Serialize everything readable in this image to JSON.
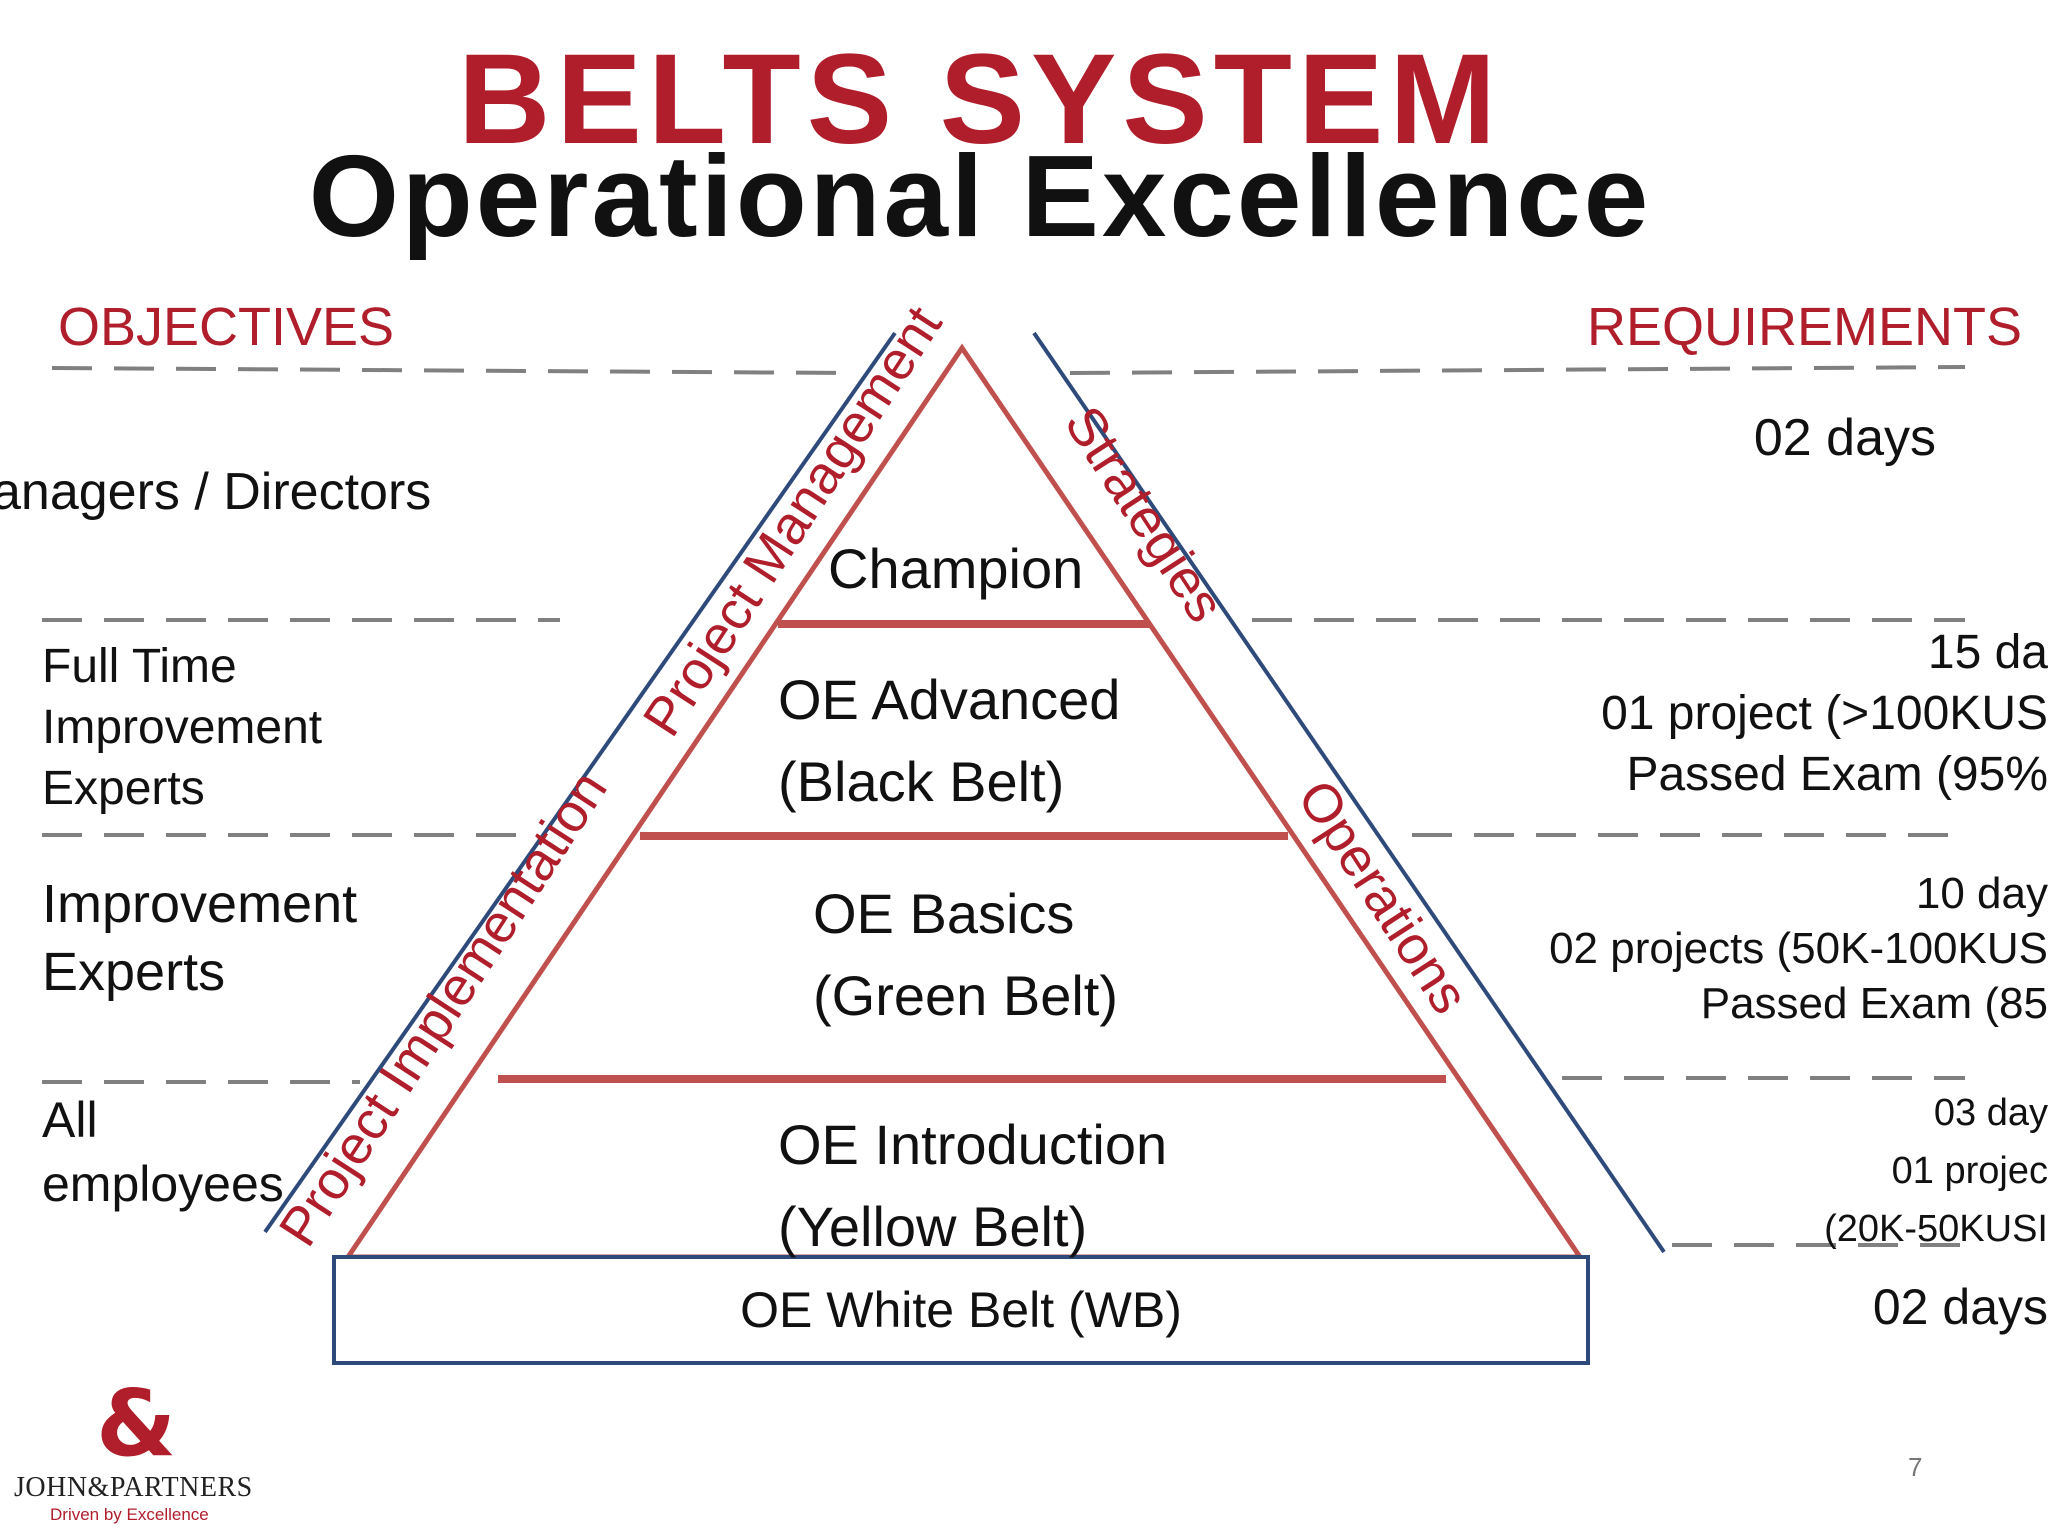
{
  "title": "BELTS SYSTEM",
  "subtitle": "Operational Excellence",
  "objectives_header": "OBJECTIVES",
  "requirements_header": "REQUIREMENTS",
  "side_labels": {
    "project_management": "Project Management",
    "project_implementation": "Project Implementation",
    "strategies": "Strategies",
    "operations": "Operations"
  },
  "levels": [
    {
      "lines": [
        "Champion"
      ]
    },
    {
      "lines": [
        "OE Advanced",
        "(Black Belt)"
      ]
    },
    {
      "lines": [
        "OE Basics",
        "(Green Belt)"
      ]
    },
    {
      "lines": [
        "OE Introduction",
        "(Yellow Belt)"
      ]
    }
  ],
  "base_level": "OE White Belt (WB)",
  "objectives": [
    {
      "lines": [
        "anagers / Directors"
      ]
    },
    {
      "lines": [
        "Full Time",
        "Improvement",
        "Experts"
      ]
    },
    {
      "lines": [
        "Improvement",
        "Experts"
      ]
    },
    {
      "lines": [
        "All",
        "employees"
      ]
    }
  ],
  "requirements": [
    {
      "lines": [
        "02 days"
      ]
    },
    {
      "lines": [
        "15 da",
        "01 project (>100KUS",
        "Passed Exam (95%"
      ]
    },
    {
      "lines": [
        "10 day",
        "02 projects (50K-100KUS",
        "Passed Exam (85"
      ]
    },
    {
      "lines": [
        "03 day",
        "01 projec",
        "(20K-50KUSI"
      ]
    },
    {
      "lines": [
        "02 days"
      ]
    }
  ],
  "logo": {
    "mark": "&",
    "brand": "JOHN&PARTNERS",
    "tagline": "Driven by Excellence"
  },
  "page_number": "7",
  "colors": {
    "accent_red": "#b01e2c",
    "pyramid_red": "#c0504d",
    "frame_blue": "#2e4a7a",
    "dash_gray": "#808080"
  }
}
